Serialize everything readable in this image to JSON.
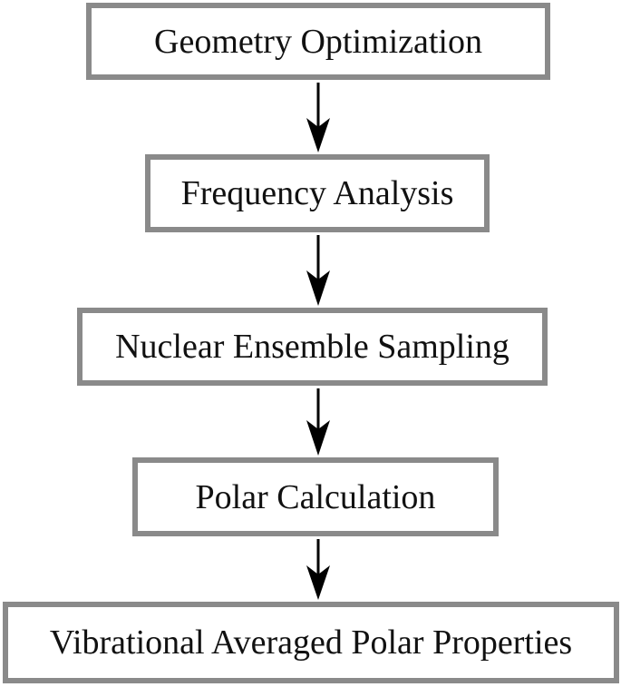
{
  "steps": [
    {
      "label": "Geometry Optimization"
    },
    {
      "label": "Frequency Analysis"
    },
    {
      "label": "Nuclear Ensemble Sampling"
    },
    {
      "label": "Polar Calculation"
    },
    {
      "label": "Vibrational Averaged Polar Properties"
    }
  ],
  "colors": {
    "box_border": "#8a8a8a",
    "arrow": "#000000",
    "text": "#111111"
  }
}
